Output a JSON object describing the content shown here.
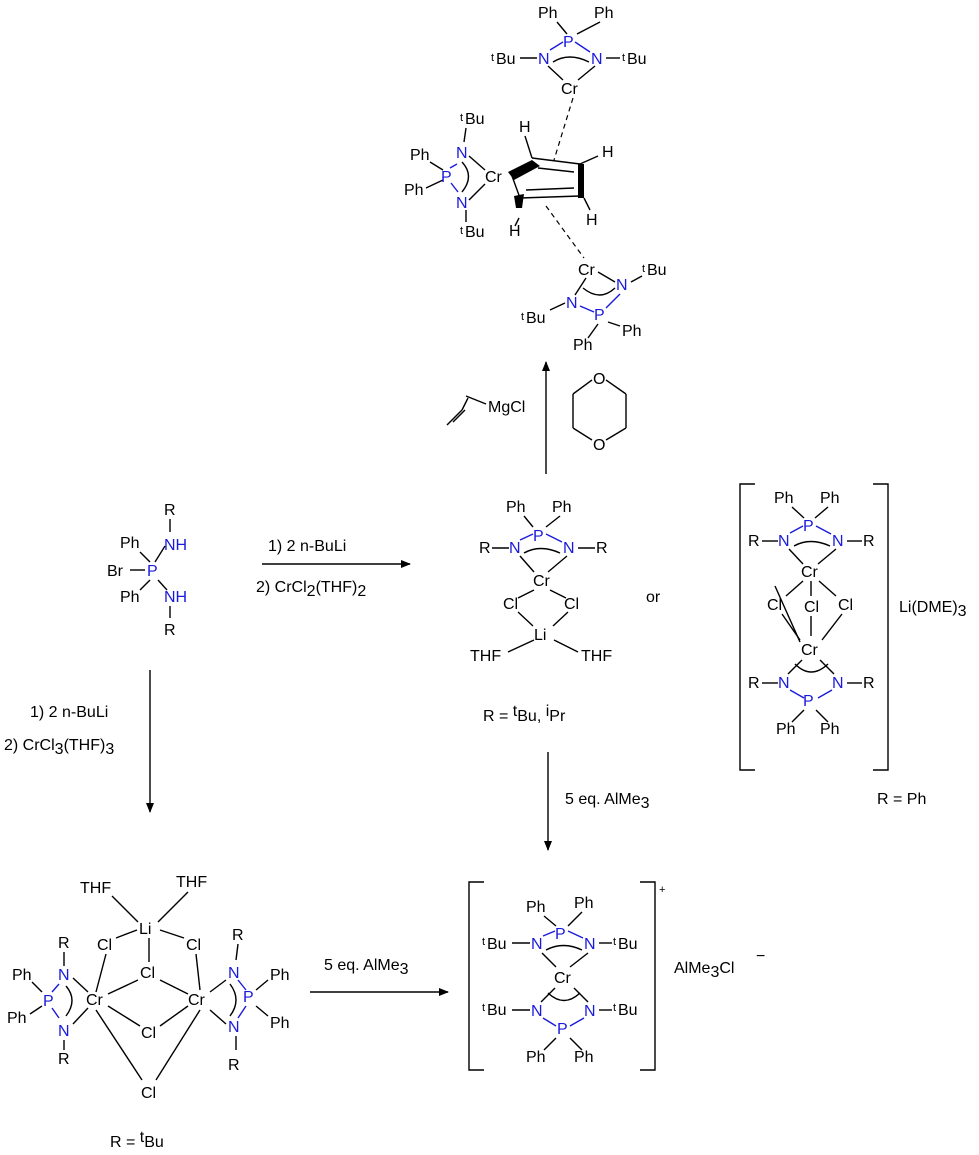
{
  "labels": {
    "ph": "Ph",
    "tbu_sup": "t",
    "bu": "Bu",
    "ipr_sup": "i",
    "pr": "Pr",
    "n": "N",
    "nh": "NH",
    "p": "P",
    "cr": "Cr",
    "cl": "Cl",
    "li": "Li",
    "thf": "THF",
    "br": "Br",
    "r": "R",
    "h": "H",
    "o": "O",
    "mgcl": "MgCl",
    "or": "or",
    "plus": "+",
    "minus": "−"
  },
  "reagents": {
    "right_arrow_line1": "1) 2 n-BuLi",
    "right_arrow_line2_a": "2) CrCl",
    "right_arrow_line2_sub1": "2",
    "right_arrow_line2_b": "(THF)",
    "right_arrow_line2_sub2": "2",
    "down_arrow_line1": "1) 2 n-BuLi",
    "down_arrow_line2_a": "2) CrCl",
    "down_arrow_line2_sub1": "3",
    "down_arrow_line2_b": "(THF)",
    "down_arrow_line2_sub2": "3",
    "almes_a": "5 eq. AlMe",
    "almes_sub": "3",
    "almes2_a": "5 eq. AlMe",
    "almes2_sub": "3"
  },
  "captions": {
    "r_def_center_a": "R = ",
    "r_def_center_b": "Bu, ",
    "r_def_center_c": "Pr",
    "r_def_ph": "R = Ph",
    "r_def_bottom_a": "R = ",
    "r_def_bottom_b": "Bu",
    "lidme_a": "Li(DME)",
    "lidme_sub": "3",
    "almecl_a": "AlMe",
    "almecl_sub": "3",
    "almecl_b": "Cl"
  },
  "colors": {
    "nitrogen": "#1a1adb",
    "bond": "#000000"
  }
}
